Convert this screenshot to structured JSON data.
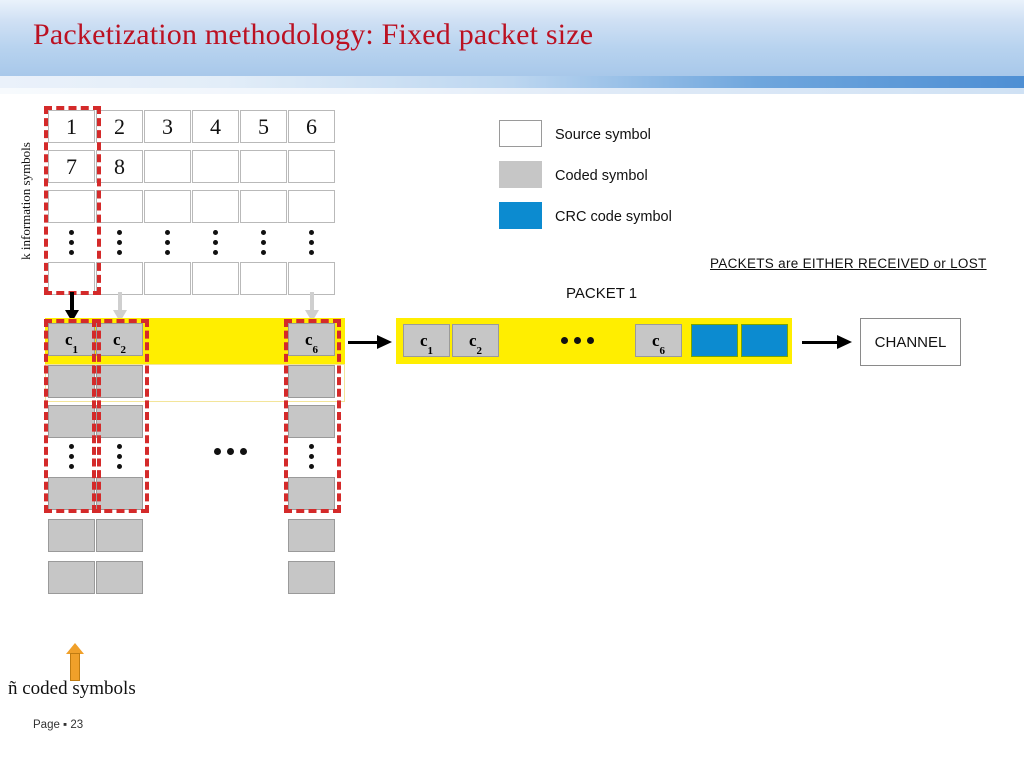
{
  "slide": {
    "title": "Packetization methodology: Fixed packet size",
    "page_footer": "Page ▪ 23"
  },
  "source_grid": {
    "axis_label": "k information symbols",
    "columns": 6,
    "rows": [
      [
        "1",
        "2",
        "3",
        "4",
        "5",
        "6"
      ],
      [
        "7",
        "8",
        "",
        "",
        "",
        ""
      ],
      [
        "",
        "",
        "",
        "",
        "",
        ""
      ],
      [
        "⋮",
        "⋮",
        "⋮",
        "⋮",
        "⋮",
        "⋮"
      ],
      [
        "",
        "",
        "",
        "",
        "",
        ""
      ]
    ]
  },
  "legend": {
    "items": [
      {
        "label": "Source symbol",
        "color": "#ffffff",
        "border": "#9a9a9a"
      },
      {
        "label": "Coded symbol",
        "color": "#c6c6c6",
        "border": "#c6c6c6"
      },
      {
        "label": "CRC code symbol",
        "color": "#0c8bd0",
        "border": "#0c8bd0"
      }
    ]
  },
  "coded_matrix": {
    "bottom_label": "ñ coded symbols",
    "column_labels": [
      "c1",
      "c2",
      "c6"
    ],
    "ellipsis": "•••",
    "symbols": {
      "c1": "c",
      "c1_sub": "1",
      "c2": "c",
      "c2_sub": "2",
      "c6": "c",
      "c6_sub": "6"
    }
  },
  "packet": {
    "label": "PACKET 1",
    "note": "PACKETS are EITHER RECEIVED or LOST",
    "cells": [
      {
        "kind": "coded",
        "sym": "c",
        "sub": "1"
      },
      {
        "kind": "coded",
        "sym": "c",
        "sub": "2"
      },
      {
        "kind": "ellipsis",
        "text": "•••"
      },
      {
        "kind": "coded",
        "sym": "c",
        "sub": "6"
      },
      {
        "kind": "crc"
      },
      {
        "kind": "crc"
      }
    ],
    "fill_color": "#ffee00"
  },
  "channel": {
    "label": "CHANNEL"
  },
  "colors": {
    "title": "#bb1122",
    "highlight": "#ffee00",
    "dashed_selection": "#d42a2a",
    "coded": "#c6c6c6",
    "crc": "#0c8bd0",
    "accent_arrow": "#f0a02a"
  }
}
